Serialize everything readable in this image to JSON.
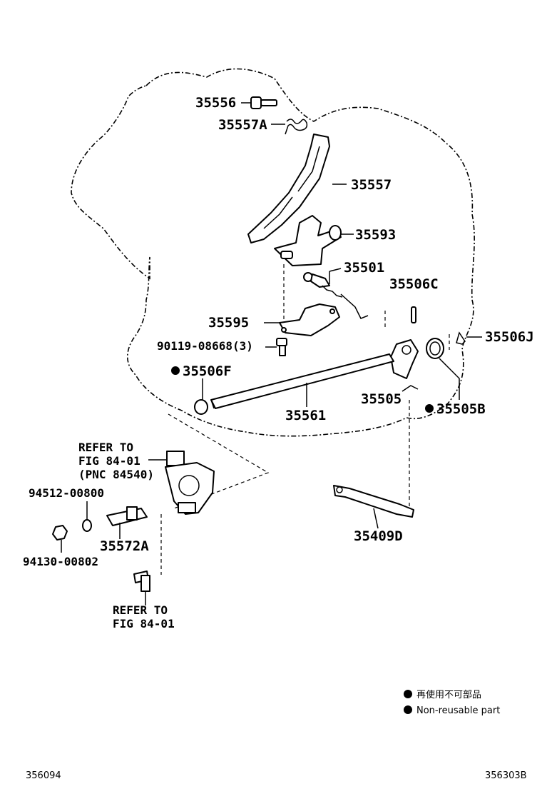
{
  "parts": {
    "p35556": "35556",
    "p35557A": "35557A",
    "p35557": "35557",
    "p35593": "35593",
    "p35501": "35501",
    "p35506C": "35506C",
    "p35595": "35595",
    "p35506J": "35506J",
    "p90119": "90119-08668(3)",
    "p35506F": "35506F",
    "p35505": "35505",
    "p35505B": "35505B",
    "p35561": "35561",
    "p94512": "94512-00800",
    "p35572A": "35572A",
    "p94130": "94130-00802",
    "p35409D": "35409D"
  },
  "refer_top": {
    "line1": "REFER TO",
    "line2": "FIG 84-01",
    "line3": "(PNC 84540)"
  },
  "refer_bottom": {
    "line1": "REFER TO",
    "line2": "FIG 84-01"
  },
  "legend": {
    "japanese": "再使用不可部品",
    "english": "Non-reusable part"
  },
  "footer": {
    "left_code": "356094",
    "right_code": "356303B"
  }
}
